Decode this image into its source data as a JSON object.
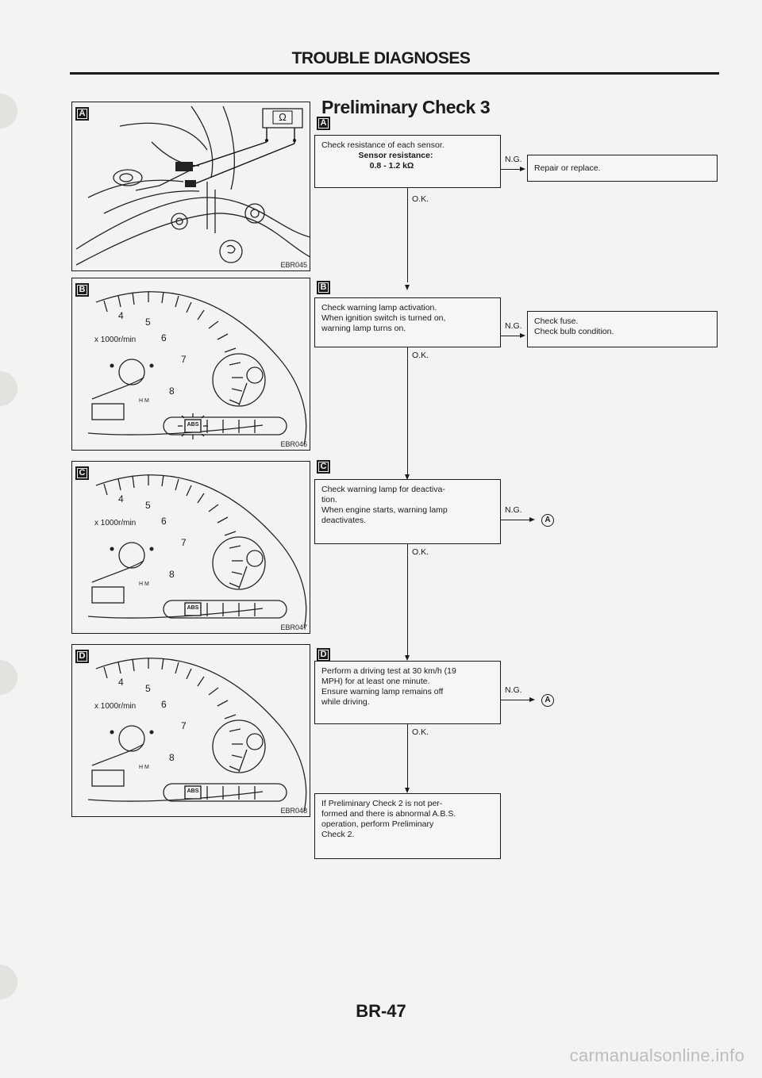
{
  "header": {
    "title": "TROUBLE DIAGNOSES"
  },
  "section": {
    "title": "Preliminary Check 3"
  },
  "figures": [
    {
      "badge": "A",
      "code": "EBR045",
      "symbol": "Ω"
    },
    {
      "badge": "B",
      "code": "EBR046",
      "abs": "ABS"
    },
    {
      "badge": "C",
      "code": "EBR047",
      "abs": "ABS"
    },
    {
      "badge": "D",
      "code": "EBR048",
      "abs": "ABS"
    }
  ],
  "gauge": {
    "t4": "4",
    "t5": "5",
    "t6": "6",
    "t7": "7",
    "t8": "8",
    "unit": "x 1000r/min",
    "hm": "H M"
  },
  "flow": {
    "steps": [
      {
        "badge": "A",
        "line1": "Check resistance of each sensor.",
        "line2": "Sensor resistance:",
        "line3": "0.8 - 1.2 kΩ",
        "ng": "N.G.",
        "ok": "O.K.",
        "result_line1": "Repair or replace."
      },
      {
        "badge": "B",
        "line1": "Check warning lamp activation.",
        "line2": "When ignition switch is turned on,",
        "line3": "warning lamp turns on.",
        "ng": "N.G.",
        "ok": "O.K.",
        "result_line1": "Check fuse.",
        "result_line2": "Check bulb condition."
      },
      {
        "badge": "C",
        "line1": "Check warning lamp for deactiva-",
        "line2": "tion.",
        "line3": "When engine starts, warning lamp",
        "line4": "deactivates.",
        "ng": "N.G.",
        "ok": "O.K.",
        "ref": "A"
      },
      {
        "badge": "D",
        "line1": "Perform a driving test at 30 km/h (19",
        "line2": "MPH) for at least one minute.",
        "line3": "Ensure warning lamp remains off",
        "line4": "while driving.",
        "ng": "N.G.",
        "ok": "O.K.",
        "ref": "A"
      }
    ],
    "final": {
      "line1": "If Preliminary Check 2 is not per-",
      "line2": "formed and there is abnormal A.B.S.",
      "line3": "operation, perform Preliminary",
      "line4": "Check 2."
    }
  },
  "footer": {
    "page": "BR-47"
  },
  "watermark": "carmanualsonline.info"
}
